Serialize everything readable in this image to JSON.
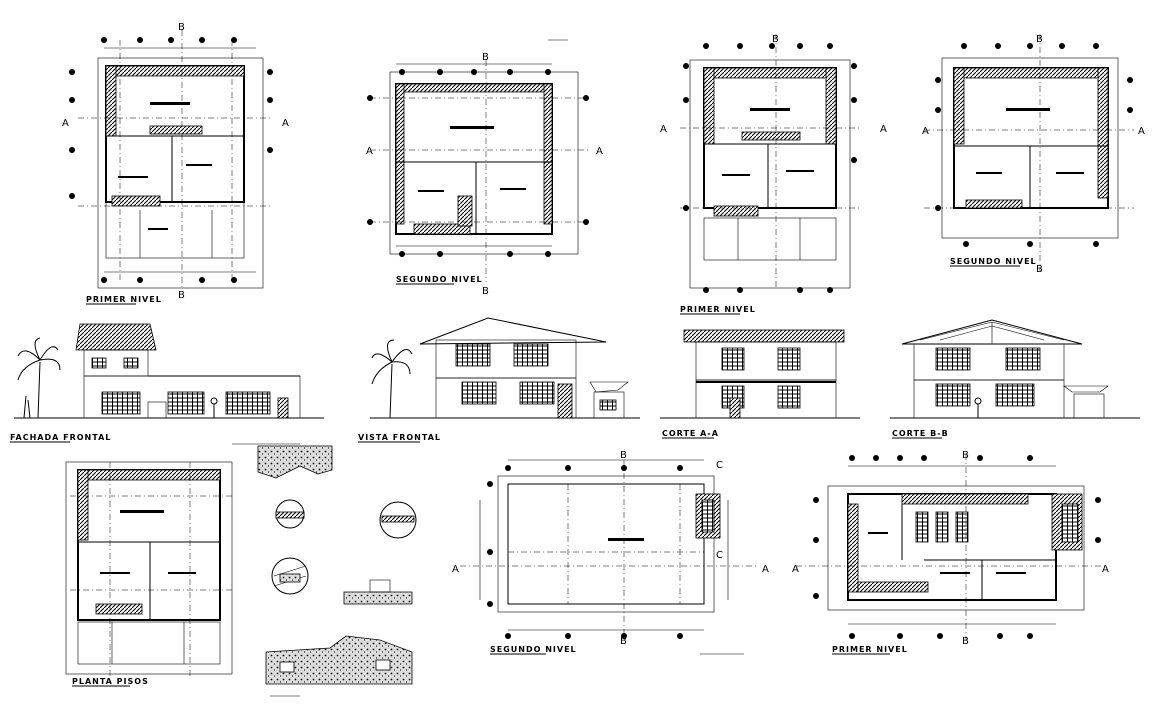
{
  "sheet": {
    "labels": {
      "plan1": "PRIMER NIVEL",
      "plan2": "SEGUNDO NIVEL",
      "plan3": "PRIMER NIVEL",
      "plan4": "SEGUNDO NIVEL",
      "elev1": "FACHADA FRONTAL",
      "elev2": "VISTA FRONTAL",
      "elev3": "CORTE A-A",
      "elev4": "CORTE B-B",
      "plan5": "PLANTA PISOS",
      "plan6": "SEGUNDO NIVEL",
      "plan7": "PRIMER NIVEL"
    },
    "section_marks": {
      "a": "A",
      "b": "B",
      "c": "C"
    }
  }
}
